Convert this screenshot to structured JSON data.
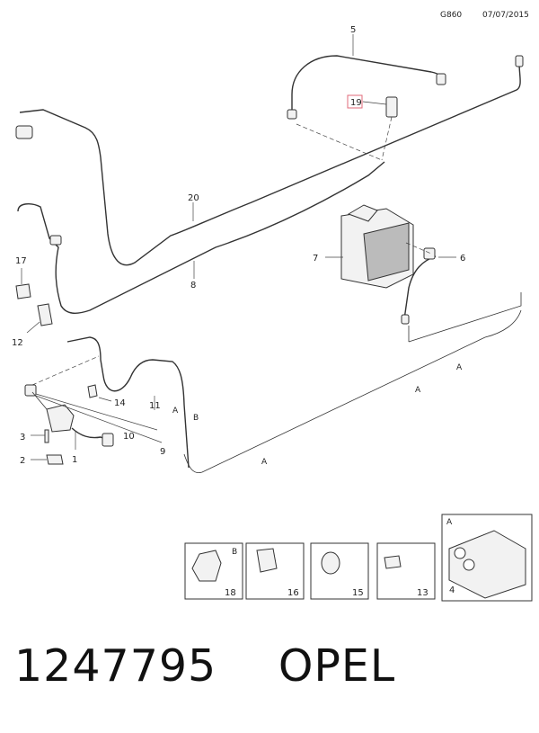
{
  "header": {
    "code": "G860",
    "date": "07/07/2015"
  },
  "callouts": {
    "c1": "1",
    "c2": "2",
    "c3": "3",
    "c4": "4",
    "c5": "5",
    "c6": "6",
    "c7": "7",
    "c8": "8",
    "c9": "9",
    "c10": "10",
    "c11": "11",
    "c12": "12",
    "c13": "13",
    "c14": "14",
    "c15": "15",
    "c16": "16",
    "c17": "17",
    "c18": "18",
    "c19": "19",
    "c20": "20"
  },
  "markers": {
    "a": "A",
    "b": "B"
  },
  "highlight_color": "#e06a7a",
  "footer": {
    "part_number": "1247795",
    "brand": "OPEL"
  }
}
